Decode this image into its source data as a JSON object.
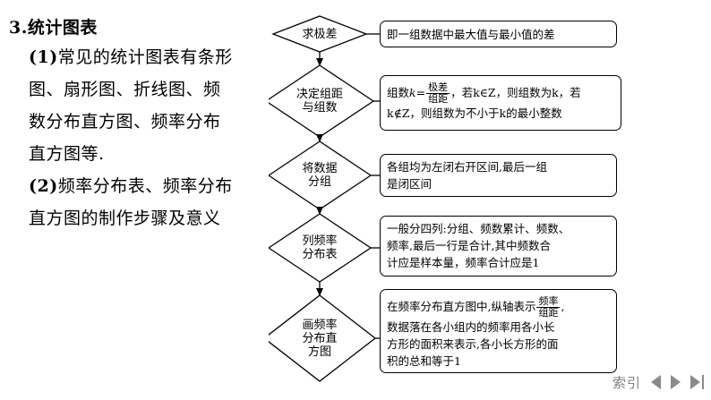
{
  "left": {
    "heading": "3.统计图表",
    "paragraphs": [
      {
        "label": "(1)",
        "lines": [
          "常见的统计图表有条形",
          "图、扇形图、折线图、频",
          "数分布直方图、频率分布",
          "直方图等."
        ]
      },
      {
        "label": "(2)",
        "lines": [
          "频率分布表、频率分布",
          "直方图的制作步骤及意义"
        ]
      }
    ]
  },
  "flow": {
    "nodes": [
      {
        "id": "range",
        "diamond_lines": [
          "求极差"
        ],
        "box_lines": [
          "即一组数据中最大值与最小值的差"
        ]
      },
      {
        "id": "class-width",
        "diamond_lines": [
          "决定组距",
          "与组数"
        ],
        "box_formula": {
          "prefix": "组数",
          "var": "k",
          "eq": "=",
          "numerator": "极差",
          "denominator": "组距",
          "after_line1": "，若k∈Z，则组数为k，若",
          "line2": "k∉Z，则组数为不小于k的最小整数"
        }
      },
      {
        "id": "grouping",
        "diamond_lines": [
          "将数据",
          "分组"
        ],
        "box_lines": [
          "各组均为左闭右开区间,最后一组",
          "是闭区间"
        ]
      },
      {
        "id": "freq-table",
        "diamond_lines": [
          "列频率",
          "分布表"
        ],
        "box_lines": [
          "一般分四列:分组、频数累计、频数、",
          "频率,最后一行是合计,其中频数合",
          "计应是样本量，频率合计应是1"
        ]
      },
      {
        "id": "histogram",
        "diamond_lines": [
          "画频率",
          "分布直",
          "方图"
        ],
        "box_histogram": {
          "line1_prefix": "在频率分布直方图中,纵轴表示",
          "numerator": "频率",
          "denominator": "组距",
          "line1_suffix": ",",
          "line2": "数据落在各小组内的频率用各小长",
          "line3": "方形的面积来表示,各小长方形的面",
          "line4": "积的总和等于1"
        }
      }
    ]
  },
  "footer": {
    "index_label": "索引",
    "prev_icon": "triangle-left-icon",
    "next_icon": "triangle-right-icon",
    "last_icon": "triangle-right-bar-icon"
  },
  "colors": {
    "stroke": "#000000",
    "nav_gray": "#8a8a8a",
    "text_gray": "#808080",
    "background": "#ffffff"
  }
}
